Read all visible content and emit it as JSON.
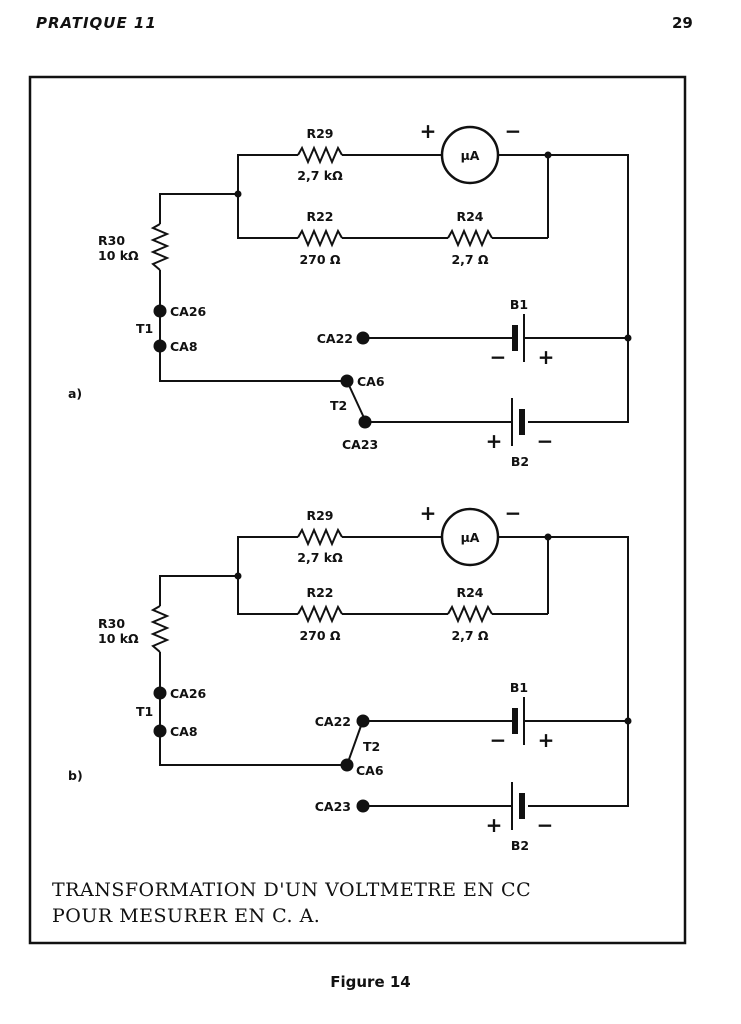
{
  "header": {
    "left": "PRATIQUE 11",
    "right": "29"
  },
  "figure": "Figure 14",
  "caption": {
    "line1": "TRANSFORMATION D'UN VOLTMETRE EN CC",
    "line2": "POUR MESURER EN C. A."
  },
  "circuits": [
    {
      "tag": "a)",
      "r29": {
        "name": "R29",
        "value": "2,7 kΩ"
      },
      "r22": {
        "name": "R22",
        "value": "270 Ω"
      },
      "r24": {
        "name": "R24",
        "value": "2,7 Ω"
      },
      "r30": {
        "name": "R30",
        "value": "10 kΩ"
      },
      "meter": "μA",
      "meter_plus": "+",
      "meter_minus": "−",
      "t1": "T1",
      "t2": "T2",
      "ca26": "CA26",
      "ca8": "CA8",
      "ca22": "CA22",
      "ca6": "CA6",
      "ca23": "CA23",
      "b1": "B1",
      "b2": "B2",
      "b1_minus": "−",
      "b1_plus": "+",
      "b2_plus": "+",
      "b2_minus": "−"
    },
    {
      "tag": "b)",
      "r29": {
        "name": "R29",
        "value": "2,7 kΩ"
      },
      "r22": {
        "name": "R22",
        "value": "270 Ω"
      },
      "r24": {
        "name": "R24",
        "value": "2,7 Ω"
      },
      "r30": {
        "name": "R30",
        "value": "10 kΩ"
      },
      "meter": "μA",
      "meter_plus": "+",
      "meter_minus": "−",
      "t1": "T1",
      "t2": "T2",
      "ca26": "CA26",
      "ca8": "CA8",
      "ca22": "CA22",
      "ca6": "CA6",
      "ca23": "CA23",
      "b1": "B1",
      "b2": "B2",
      "b1_minus": "−",
      "b1_plus": "+",
      "b2_plus": "+",
      "b2_minus": "−"
    }
  ]
}
